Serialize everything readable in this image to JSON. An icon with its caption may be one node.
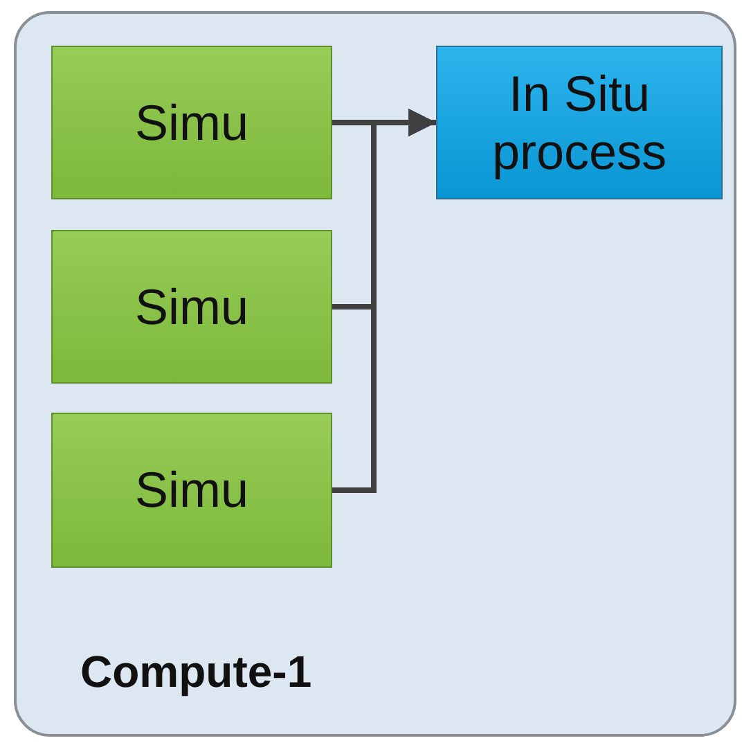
{
  "diagram": {
    "nodes": [
      {
        "text": [
          "Compute-1"
        ]
      },
      {
        "text": [
          "Simu"
        ],
        "in": 0
      },
      {
        "text": [
          "Simu"
        ],
        "in": 0
      },
      {
        "text": [
          "Simu"
        ],
        "in": 0
      },
      {
        "text": [
          "In Situ process"
        ],
        "in": 0
      }
    ],
    "edges": [
      {
        "from": 1,
        "to": 4,
        "arrow": "to"
      },
      {
        "from": 2,
        "to": 4,
        "arrow": "to"
      },
      {
        "from": 3,
        "to": 4,
        "arrow": "to"
      }
    ]
  }
}
